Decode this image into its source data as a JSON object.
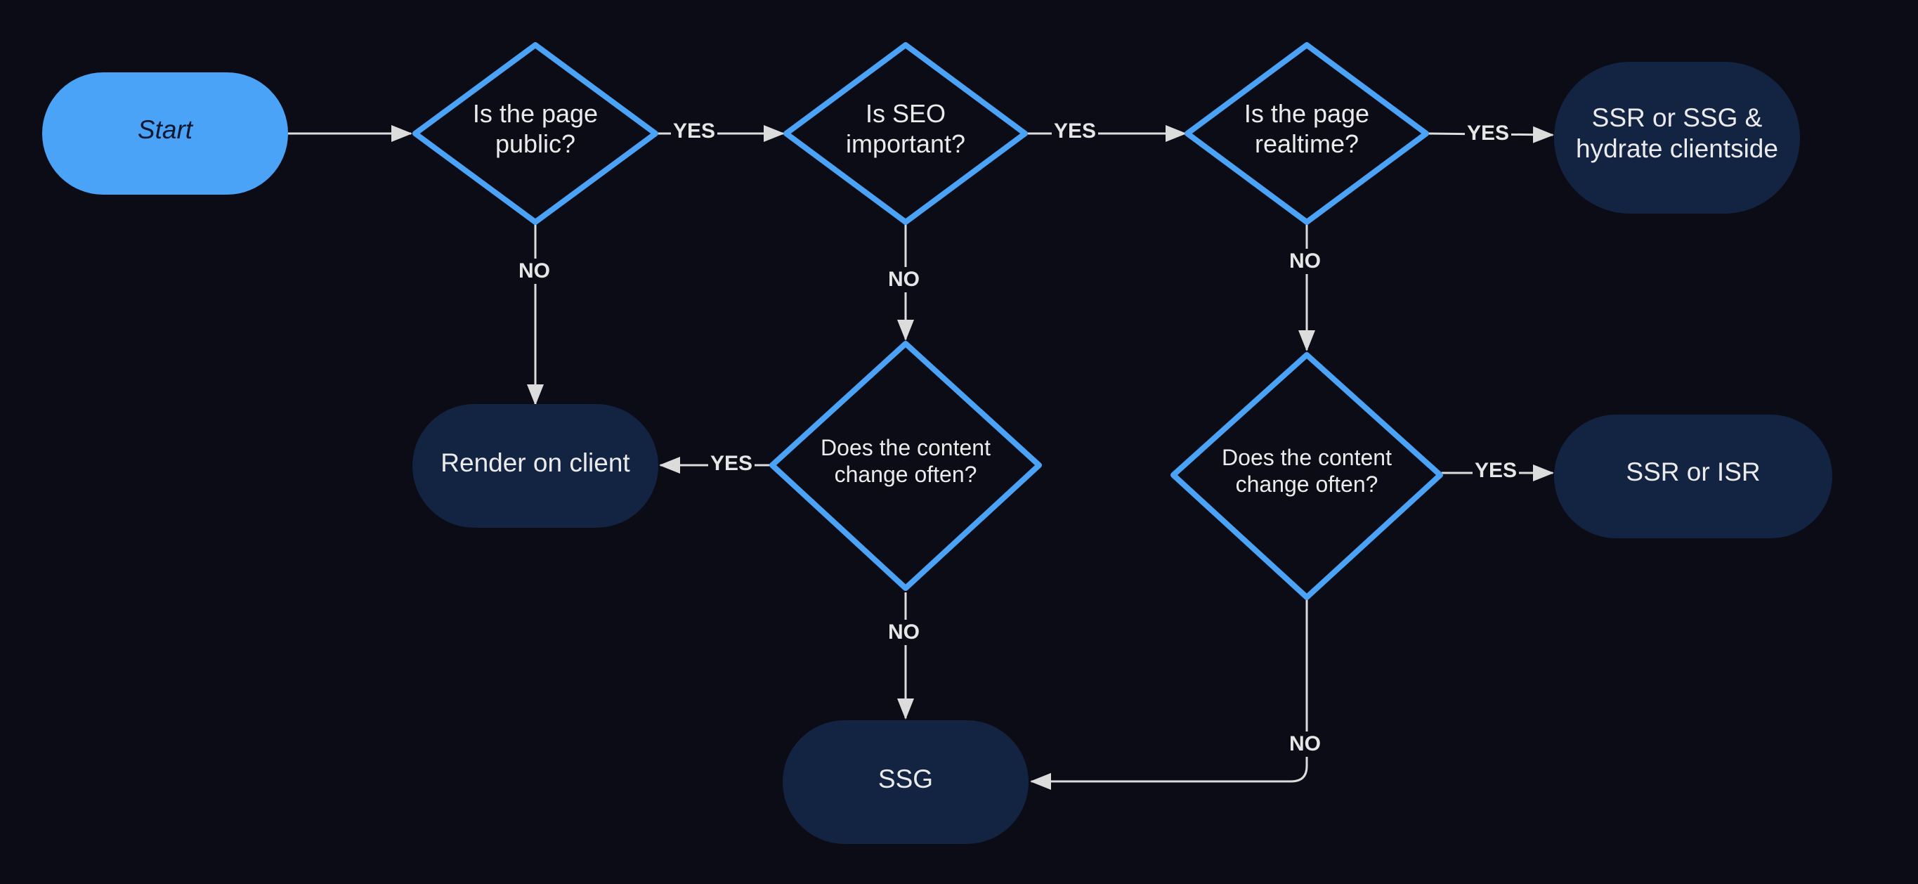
{
  "colors": {
    "background": "#0c0c16",
    "start_fill": "#4ba3f7",
    "terminal_fill": "#132443",
    "decision_stroke": "#4ba3f7",
    "connector": "#dcdcdc",
    "text": "#ebebeb"
  },
  "nodes": {
    "start": "Start",
    "q_public": [
      "Is the page",
      "public?"
    ],
    "q_seo": [
      "Is SEO",
      "important?"
    ],
    "q_realtime": [
      "Is the page",
      "realtime?"
    ],
    "q_change_left": [
      "Does the content",
      "change often?"
    ],
    "q_change_right": [
      "Does the content",
      "change often?"
    ],
    "render_client": "Render on client",
    "ssr_ssg_hydrate": [
      "SSR or SSG &",
      "hydrate clientside"
    ],
    "ssr_isr": "SSR or ISR",
    "ssg": "SSG"
  },
  "edges": {
    "public_yes": "YES",
    "public_no": "NO",
    "seo_yes": "YES",
    "seo_no": "NO",
    "realtime_yes": "YES",
    "realtime_no": "NO",
    "change_left_yes": "YES",
    "change_left_no": "NO",
    "change_right_yes": "YES",
    "change_right_no": "NO"
  }
}
